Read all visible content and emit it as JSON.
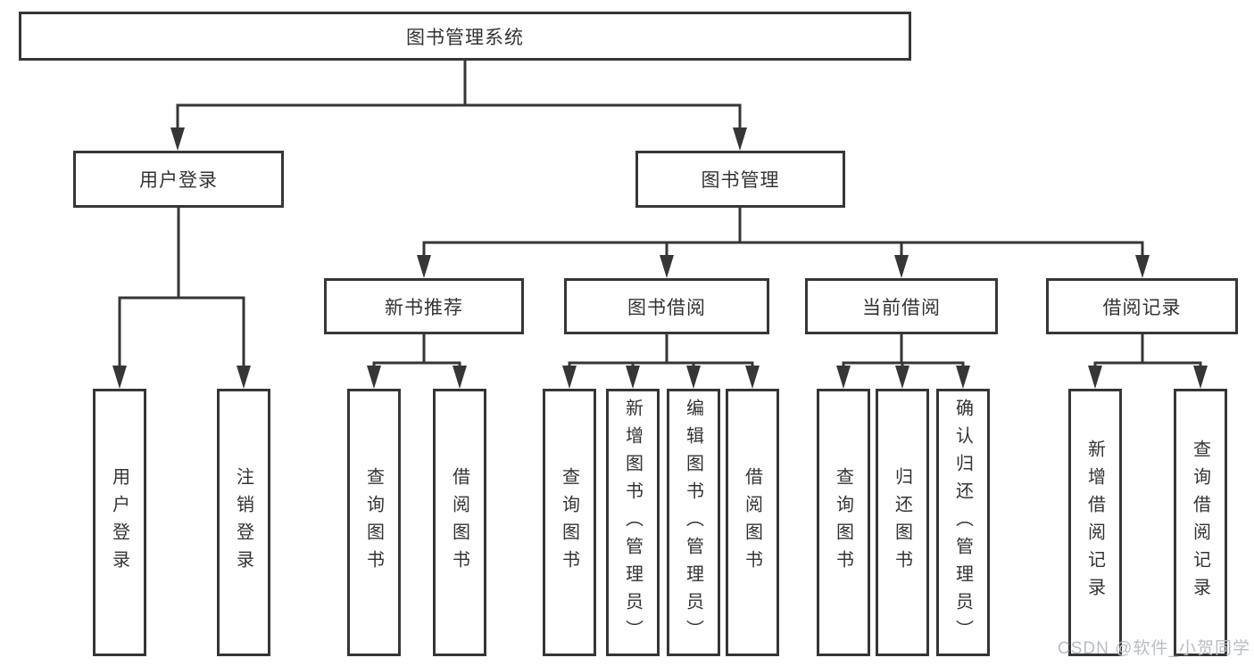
{
  "colors": {
    "line": "#363636",
    "text": "#333333",
    "watermark": "#b9bdc3",
    "background": "#ffffff"
  },
  "watermark": "CSDN @软件_小贺同学",
  "tree": {
    "root": {
      "label": "图书管理系统"
    },
    "branches": [
      {
        "label": "用户登录",
        "leaves": [
          {
            "label": "用户登录"
          },
          {
            "label": "注销登录"
          }
        ]
      },
      {
        "label": "图书管理",
        "sections": [
          {
            "label": "新书推荐",
            "leaves": [
              {
                "label": "查询图书"
              },
              {
                "label": "借阅图书"
              }
            ]
          },
          {
            "label": "图书借阅",
            "leaves": [
              {
                "label": "查询图书"
              },
              {
                "label": "新增图书（管理员）"
              },
              {
                "label": "编辑图书（管理员）"
              },
              {
                "label": "借阅图书"
              }
            ]
          },
          {
            "label": "当前借阅",
            "leaves": [
              {
                "label": "查询图书"
              },
              {
                "label": "归还图书"
              },
              {
                "label": "确认归还（管理员）"
              }
            ]
          },
          {
            "label": "借阅记录",
            "leaves": [
              {
                "label": "新增借阅记录"
              },
              {
                "label": "查询借阅记录"
              }
            ]
          }
        ]
      }
    ]
  }
}
